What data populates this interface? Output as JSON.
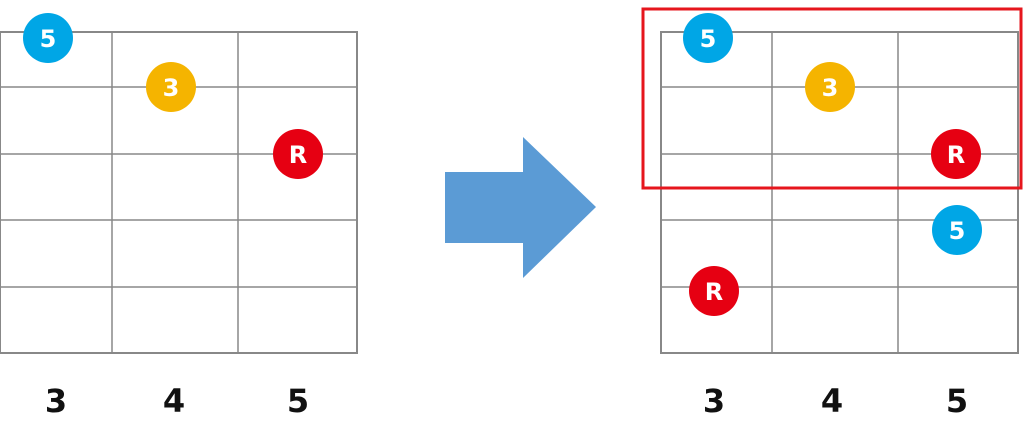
{
  "colors": {
    "root": "#e60012",
    "third": "#f5b400",
    "fifth": "#00a6e6",
    "arrow": "#5b9bd5",
    "highlight": "#e6161d",
    "grid": "#888888",
    "label": "#111111"
  },
  "left_diagram": {
    "fret_labels": [
      "3",
      "4",
      "5"
    ],
    "markers": [
      {
        "label": "5",
        "role": "fifth",
        "string": 1,
        "fret": 3
      },
      {
        "label": "3",
        "role": "third",
        "string": 2,
        "fret": 4
      },
      {
        "label": "R",
        "role": "root",
        "string": 3,
        "fret": 5
      }
    ]
  },
  "arrow": {
    "direction": "right",
    "icon": "right-arrow-icon"
  },
  "right_diagram": {
    "fret_labels": [
      "3",
      "4",
      "5"
    ],
    "highlight_strings": [
      1,
      3
    ],
    "markers": [
      {
        "label": "5",
        "role": "fifth",
        "string": 1,
        "fret": 3
      },
      {
        "label": "3",
        "role": "third",
        "string": 2,
        "fret": 4
      },
      {
        "label": "R",
        "role": "root",
        "string": 3,
        "fret": 5
      },
      {
        "label": "5",
        "role": "fifth",
        "string": 4,
        "fret": 5
      },
      {
        "label": "R",
        "role": "root",
        "string": 5,
        "fret": 3
      }
    ]
  }
}
